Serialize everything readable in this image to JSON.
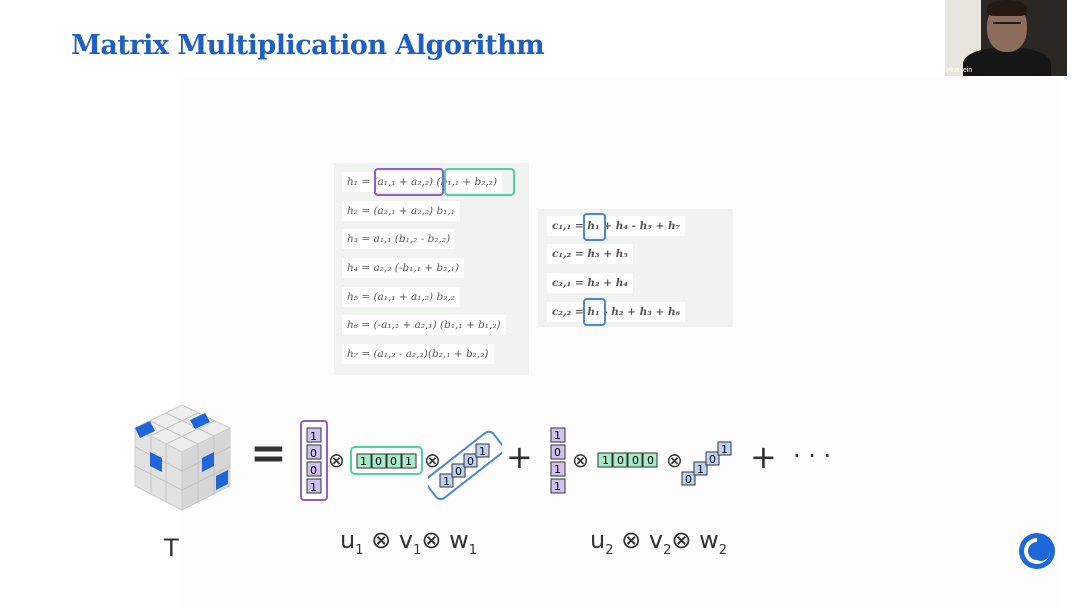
{
  "slide": {
    "title": "Matrix Multiplication Algorithm"
  },
  "participant": {
    "name": "Hussein"
  },
  "h_equations": [
    "h₁ = (a₁,₁ + a₂,₂) (b₁,₁ + b₂,₂)",
    "h₂ = (a₂,₁ + a₂,₂) b₁,₁",
    "h₃ = a₁,₁ (b₁,₂ - b₂,₂)",
    "h₄ = a₂,₂ (-b₁,₁ + b₂,₁)",
    "h₅ = (a₁,₁ + a₁,₂) b₂,₂",
    "h₆ = (-a₁,₁ + a₂,₁) (b₁,₁ + b₁,₂)",
    "h₇ = (a₁,₂ - a₂,₂)(b₂,₁ + b₂,₂)"
  ],
  "c_equations": [
    "c₁,₁ = h₁ + h₄ - h₅ + h₇",
    "c₁,₂ = h₃ + h₅",
    "c₂,₁ = h₂ + h₄",
    "c₂,₂ = h₁ - h₂ + h₃ + h₆"
  ],
  "decomposition": {
    "tensor_label": "T",
    "equals": "=",
    "plus": "+",
    "ellipsis": "· · ·",
    "otimes": "⊗",
    "u1_bits": [
      "1",
      "0",
      "0",
      "1"
    ],
    "v1_bits": [
      "1",
      "0",
      "0",
      "1"
    ],
    "w1_bits": [
      "1",
      "0",
      "0",
      "1"
    ],
    "u2_bits": [
      "1",
      "0",
      "1",
      "1"
    ],
    "v2_bits": [
      "1",
      "0",
      "0",
      "0"
    ],
    "w2_bits": [
      "0",
      "1",
      "0",
      "1"
    ],
    "term1_label": {
      "u": "u",
      "u_sub": "1",
      "v": "v",
      "v_sub": "1",
      "w": "w",
      "w_sub": "1"
    },
    "term2_label": {
      "u": "u",
      "u_sub": "2",
      "v": "v",
      "v_sub": "2",
      "w": "w",
      "w_sub": "2"
    }
  },
  "colors": {
    "title": "#1f5fc4",
    "u_vector": "#8b5fd6",
    "v_vector": "#4fd1a5",
    "w_vector": "#4a86d9"
  }
}
